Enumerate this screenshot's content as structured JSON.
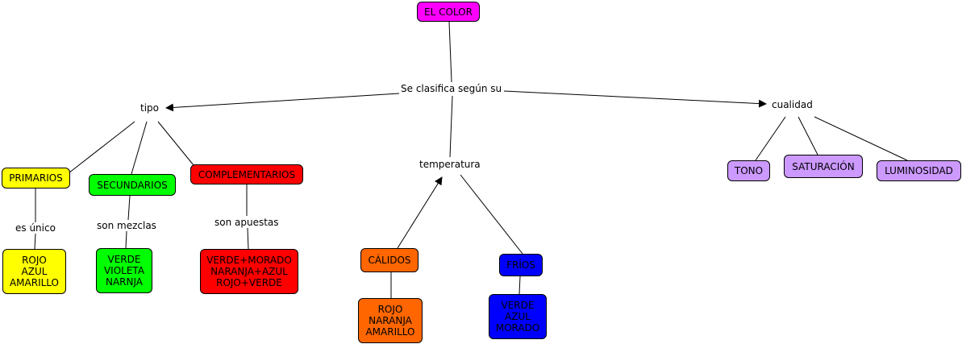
{
  "nodes": {
    "root": "EL COLOR",
    "tipo": "tipo",
    "temperatura": "temperatura",
    "cualidad": "cualidad",
    "primarios": "PRIMARIOS",
    "secundarios": "SECUNDARIOS",
    "complementarios": "COMPLEMENTARIOS",
    "calidos": "CÁLIDOS",
    "frios": "FRÍOS",
    "tono": "TONO",
    "saturacion": "SATURACIÓN",
    "luminosidad": "LUMINOSIDAD",
    "primarios_list": "ROJO\nAZUL\nAMARILLO",
    "secundarios_list": "VERDE\nVIOLETA\nNARNJA",
    "complementarios_list": "VERDE+MORADO\nNARANJA+AZUL\nROJO+VERDE",
    "calidos_list": "ROJO\nNARANJA\nAMARILLO",
    "frios_list": "VERDE\nAZUL\nMORADO"
  },
  "links": {
    "clasifica": "Se clasifica según su",
    "es_unico": "es único",
    "son_mezclas": "son mezclas",
    "son_apuestas": "son apuestas"
  },
  "colors": {
    "magenta": "#ff00ff",
    "yellow": "#ffff00",
    "green": "#00ff00",
    "red": "#ff0000",
    "orange": "#ff6600",
    "blue": "#0000ff",
    "lavender": "#cc99ff"
  }
}
